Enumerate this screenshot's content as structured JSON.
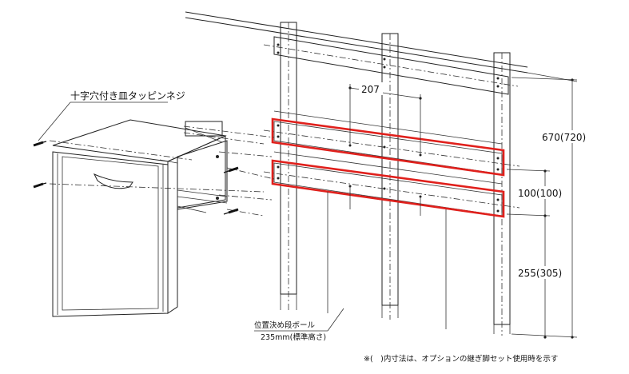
{
  "labels": {
    "screw": "十字穴付き皿タッピンネジ",
    "pole_title": "位置決め段ボール",
    "pole_height": "235mm(標準高さ)",
    "dim_207": "207",
    "dim_670": "670(720)",
    "dim_100": "100(100)",
    "dim_255": "255(305)",
    "note": "※(　)内寸法は、オプションの継ぎ脚セット使用時を示す"
  },
  "colors": {
    "highlight": "#e0201c",
    "line": "#222222"
  }
}
